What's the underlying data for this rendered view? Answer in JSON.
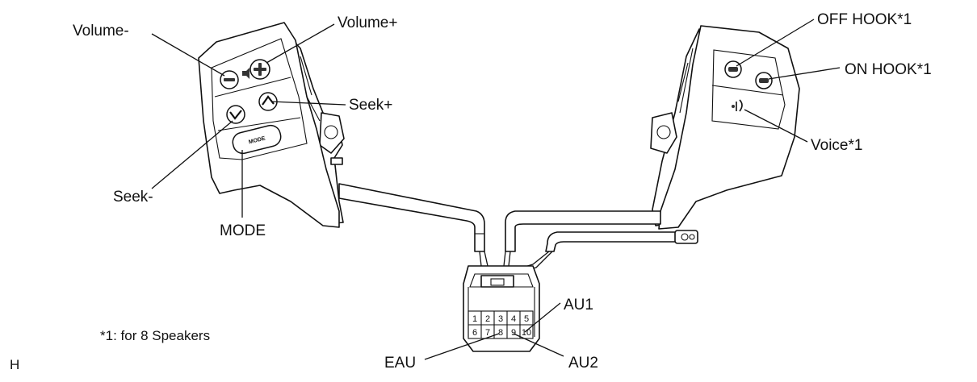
{
  "labels": {
    "volume_minus": "Volume-",
    "volume_plus": "Volume+",
    "seek_plus": "Seek+",
    "seek_minus": "Seek-",
    "mode": "MODE",
    "off_hook": "OFF HOOK*1",
    "on_hook": "ON HOOK*1",
    "voice": "Voice*1",
    "au1": "AU1",
    "au2": "AU2",
    "eau": "EAU"
  },
  "button_text": {
    "mode": "MODE"
  },
  "connector_pins": {
    "top_row": [
      "1",
      "2",
      "3",
      "4",
      "5"
    ],
    "bottom_row": [
      "6",
      "7",
      "8",
      "9",
      "10"
    ]
  },
  "footnote": "*1: for 8 Speakers",
  "corner_mark": "H"
}
